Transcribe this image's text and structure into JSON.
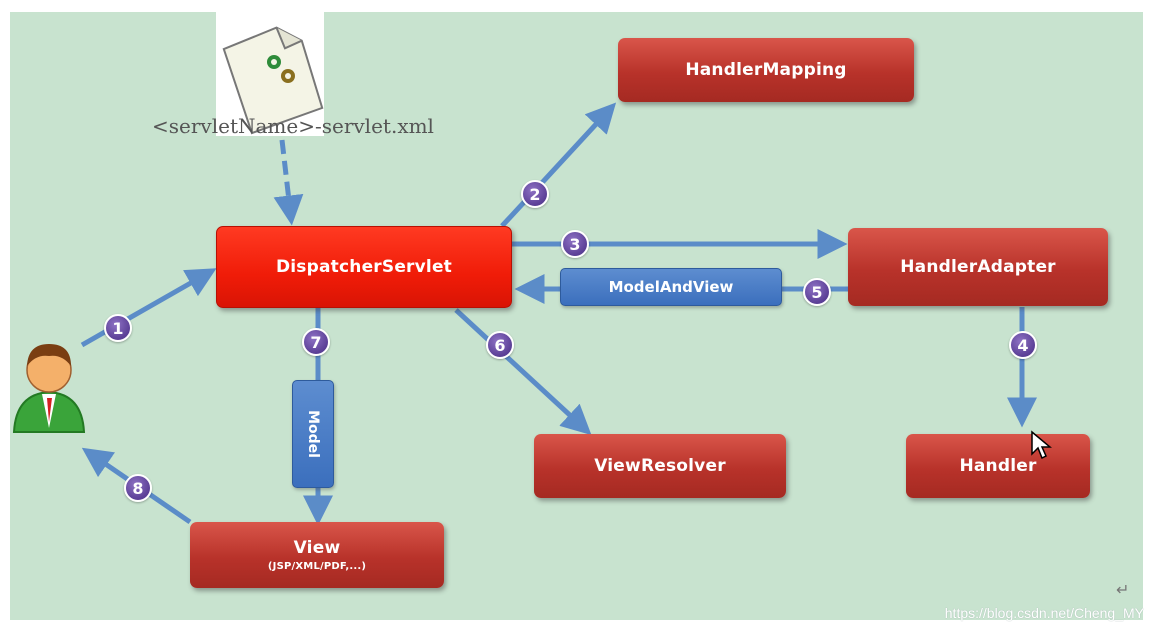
{
  "config_file": {
    "label": "<servletName>-servlet.xml"
  },
  "nodes": {
    "dispatcher": "DispatcherServlet",
    "handler_mapping": "HandlerMapping",
    "handler_adapter": "HandlerAdapter",
    "handler": "Handler",
    "view_resolver": "ViewResolver",
    "view": "View",
    "view_sub": "(JSP/XML/PDF,...)",
    "model_and_view": "ModelAndView",
    "model": "Model"
  },
  "steps": [
    "1",
    "2",
    "3",
    "4",
    "5",
    "6",
    "7",
    "8"
  ],
  "watermark": "https://blog.csdn.net/Cheng_MY",
  "colors": {
    "background": "#c8e3cf",
    "box_red": "#b8322a",
    "dispatcher_red": "#f01c08",
    "arrow_blue": "#5b8cc8",
    "step_purple": "#5b3f96"
  }
}
